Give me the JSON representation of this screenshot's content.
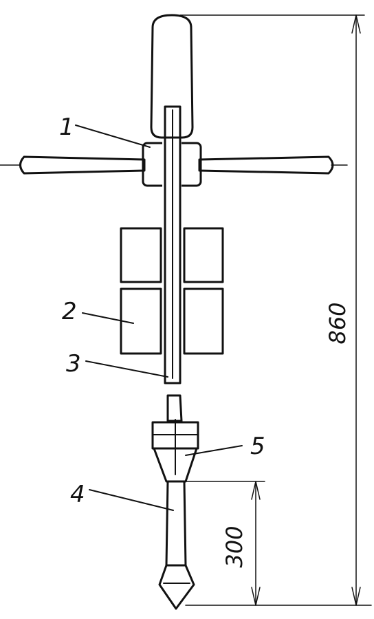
{
  "diagram": {
    "callouts": [
      "1",
      "2",
      "3",
      "4",
      "5"
    ],
    "dimensions": {
      "overall": "860",
      "lower": "300"
    }
  },
  "colors": {
    "ink": "#111111",
    "paper": "#ffffff"
  }
}
